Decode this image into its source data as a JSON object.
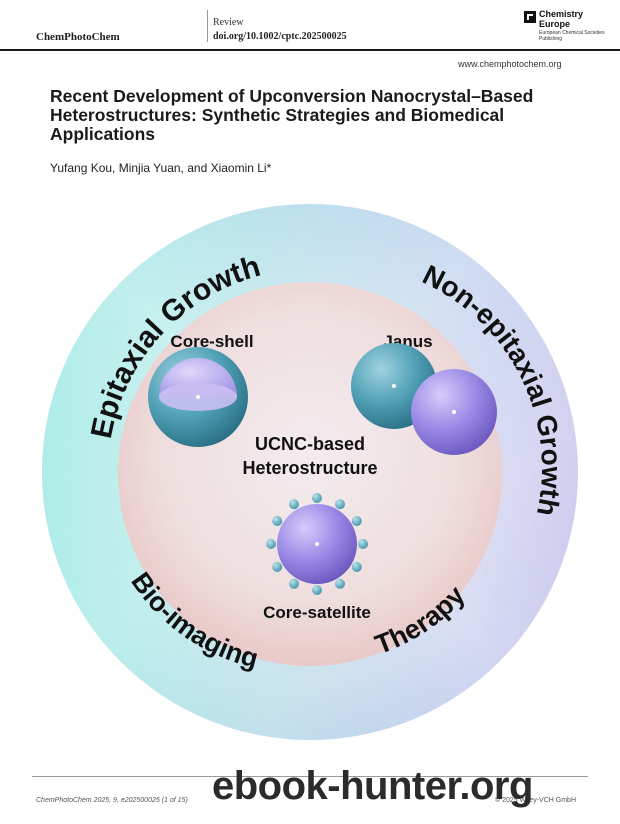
{
  "header": {
    "journal": "ChemPhotoChem",
    "article_type": "Review",
    "doi": "doi.org/10.1002/cptc.202500025",
    "publisher_logo_title": "Chemistry Europe",
    "publisher_logo_subtitle": "European Chemical Societies Publishing",
    "website": "www.chemphotochem.org"
  },
  "article": {
    "title": "Recent Development of Upconversion Nanocrystal–Based Heterostructures: Synthetic Strategies and Biomedical Applications",
    "authors": "Yufang Kou, Minjia Yuan, and Xiaomin Li*"
  },
  "graphic": {
    "ring_labels": {
      "top_left": "Epitaxial Growth",
      "top_right": "Non-epitaxial Growth",
      "bottom_left": "Bio-imaging",
      "bottom_right": "Therapy"
    },
    "core_shell_label": "Core-shell",
    "janus_label": "Janus",
    "center_label_line1": "UCNC-based",
    "center_label_line2": "Heterostructure",
    "core_satellite_label": "Core-satellite"
  },
  "footer": {
    "citation": "ChemPhotoChem 2025, 9, e202500025 (1 of 15)",
    "copyright": "© 2025 Wiley-VCH GmbH"
  },
  "watermark": "ebook-hunter.org"
}
